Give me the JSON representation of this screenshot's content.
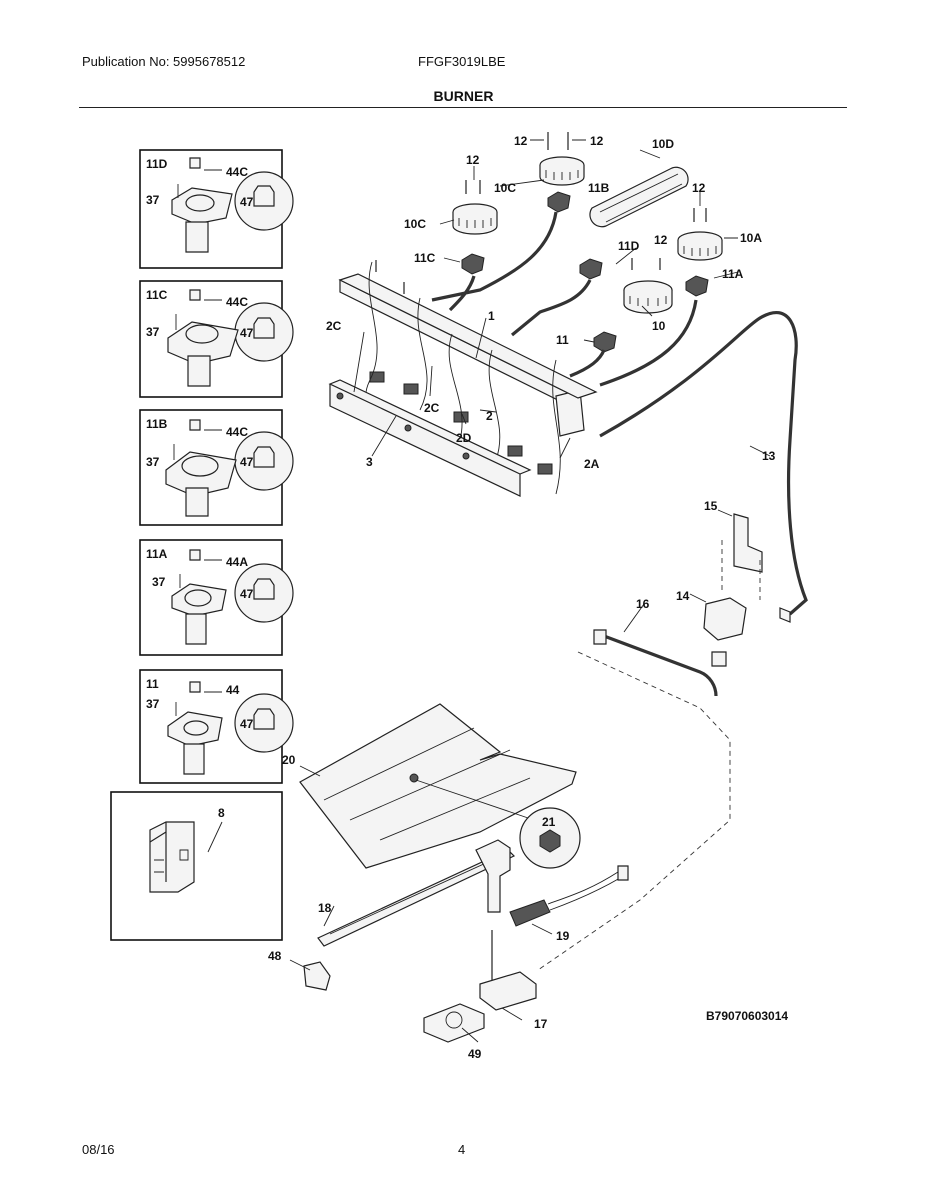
{
  "header": {
    "publication": "Publication No: 5995678512",
    "model": "FFGF3019LBE",
    "title": "BURNER"
  },
  "footer": {
    "date": "08/16",
    "page": "4"
  },
  "diagram": {
    "code": "B79070603014",
    "inset_boxes": [
      {
        "heading": "11D",
        "screw": "37",
        "cap": "44C",
        "orifice": "47"
      },
      {
        "heading": "11C",
        "screw": "37",
        "cap": "44C",
        "orifice": "47"
      },
      {
        "heading": "11B",
        "screw": "37",
        "cap": "44C",
        "orifice": "47"
      },
      {
        "heading": "11A",
        "screw": "37",
        "cap": "44A",
        "orifice": "47"
      },
      {
        "heading": "11",
        "screw": "37",
        "cap": "44",
        "orifice": "47"
      }
    ],
    "igniter_box_label": "8",
    "callouts": {
      "c12a": "12",
      "c12b": "12",
      "c12c": "12",
      "c12d": "12",
      "c12e": "12",
      "c10d": "10D",
      "c10c_top": "10C",
      "c11b": "11B",
      "c10c": "10C",
      "c11c": "11C",
      "c10a": "10A",
      "c11d": "11D",
      "c11a": "11A",
      "c10": "10",
      "c11": "11",
      "c1": "1",
      "c2": "2",
      "c2c_left": "2C",
      "c2c_mid": "2C",
      "c2d": "2D",
      "c2a": "2A",
      "c3": "3",
      "c13": "13",
      "c15": "15",
      "c14": "14",
      "c16": "16",
      "c20": "20",
      "c21": "21",
      "c18": "18",
      "c19": "19",
      "c48": "48",
      "c17": "17",
      "c49": "49"
    }
  }
}
